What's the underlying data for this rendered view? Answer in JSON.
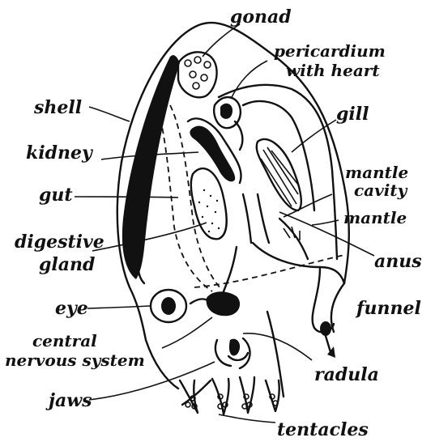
{
  "labels": {
    "gonad": "gonad",
    "pericardium_1": "pericardium",
    "pericardium_2": "with heart",
    "gill": "gill",
    "shell": "shell",
    "kidney": "kidney",
    "mantle_cavity_1": "mantle",
    "mantle_cavity_2": "cavity",
    "gut": "gut",
    "mantle": "mantle",
    "digestive_1": "digestive",
    "digestive_2": "gland",
    "anus": "anus",
    "eye": "eye",
    "funnel": "funnel",
    "cns_1": "central",
    "cns_2": "nervous system",
    "radula": "radula",
    "jaws": "jaws",
    "tentacles": "tentacles"
  }
}
